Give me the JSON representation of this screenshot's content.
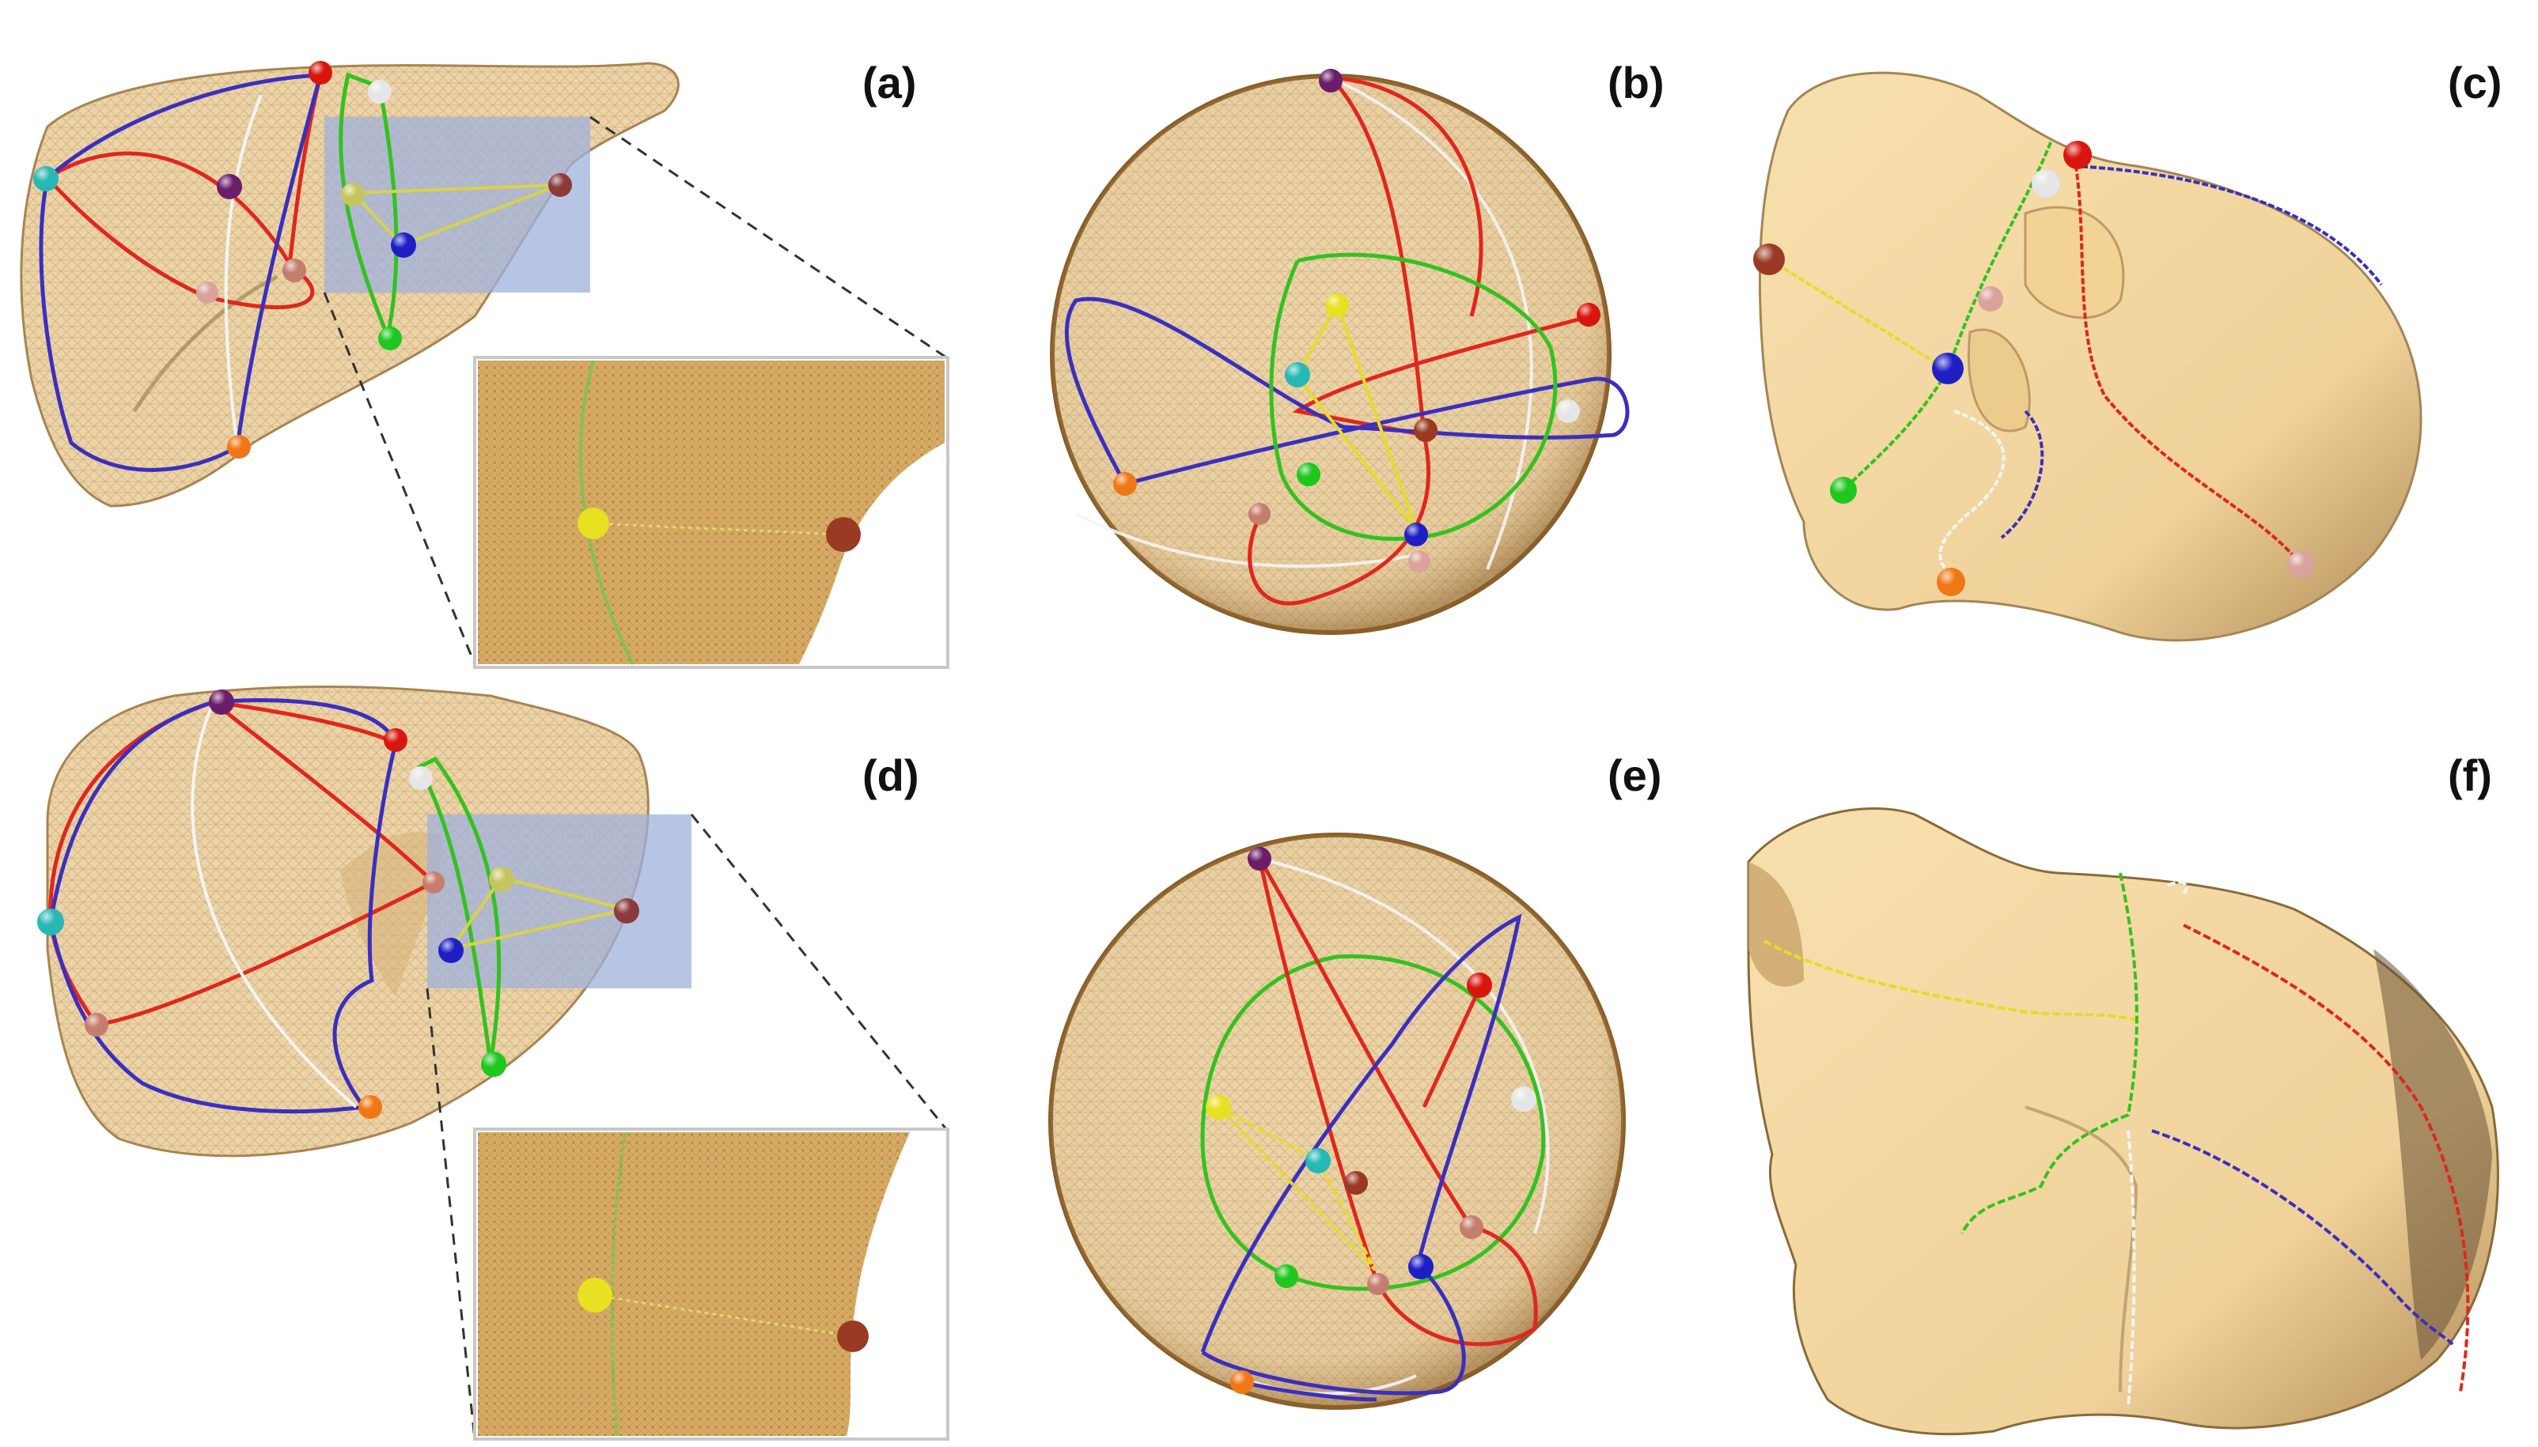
{
  "figure": {
    "panel_labels": [
      "(a)",
      "(b)",
      "(c)",
      "(d)",
      "(e)",
      "(f)"
    ]
  },
  "colors": {
    "tissue": "#e9cfa0",
    "tissue_dark": "#c9a46a",
    "tissue_smooth": "#f3d9a4",
    "zoom_fill": "#d8ac66",
    "highlight_box": "#9fb2dc",
    "curve_red": "#e0271d",
    "curve_blue": "#3a2fc0",
    "curve_green": "#33c21e",
    "curve_white": "#f4f4f4",
    "curve_yellow": "#e4dc2a",
    "landmark_red": "#d9160e",
    "landmark_purple": "#6a1e6a",
    "landmark_cyan": "#27b8b4",
    "landmark_white": "#e6e6e6",
    "landmark_olive": "#c5c560",
    "landmark_maroon": "#8c3a3a",
    "landmark_blue": "#1d1fc4",
    "landmark_green": "#1fc71f",
    "landmark_orange": "#f07716",
    "landmark_pink": "#d9a29c",
    "landmark_brown": "#9a3a22",
    "landmark_yellow": "#e8e020",
    "landmark_salmon": "#c57d6d"
  }
}
